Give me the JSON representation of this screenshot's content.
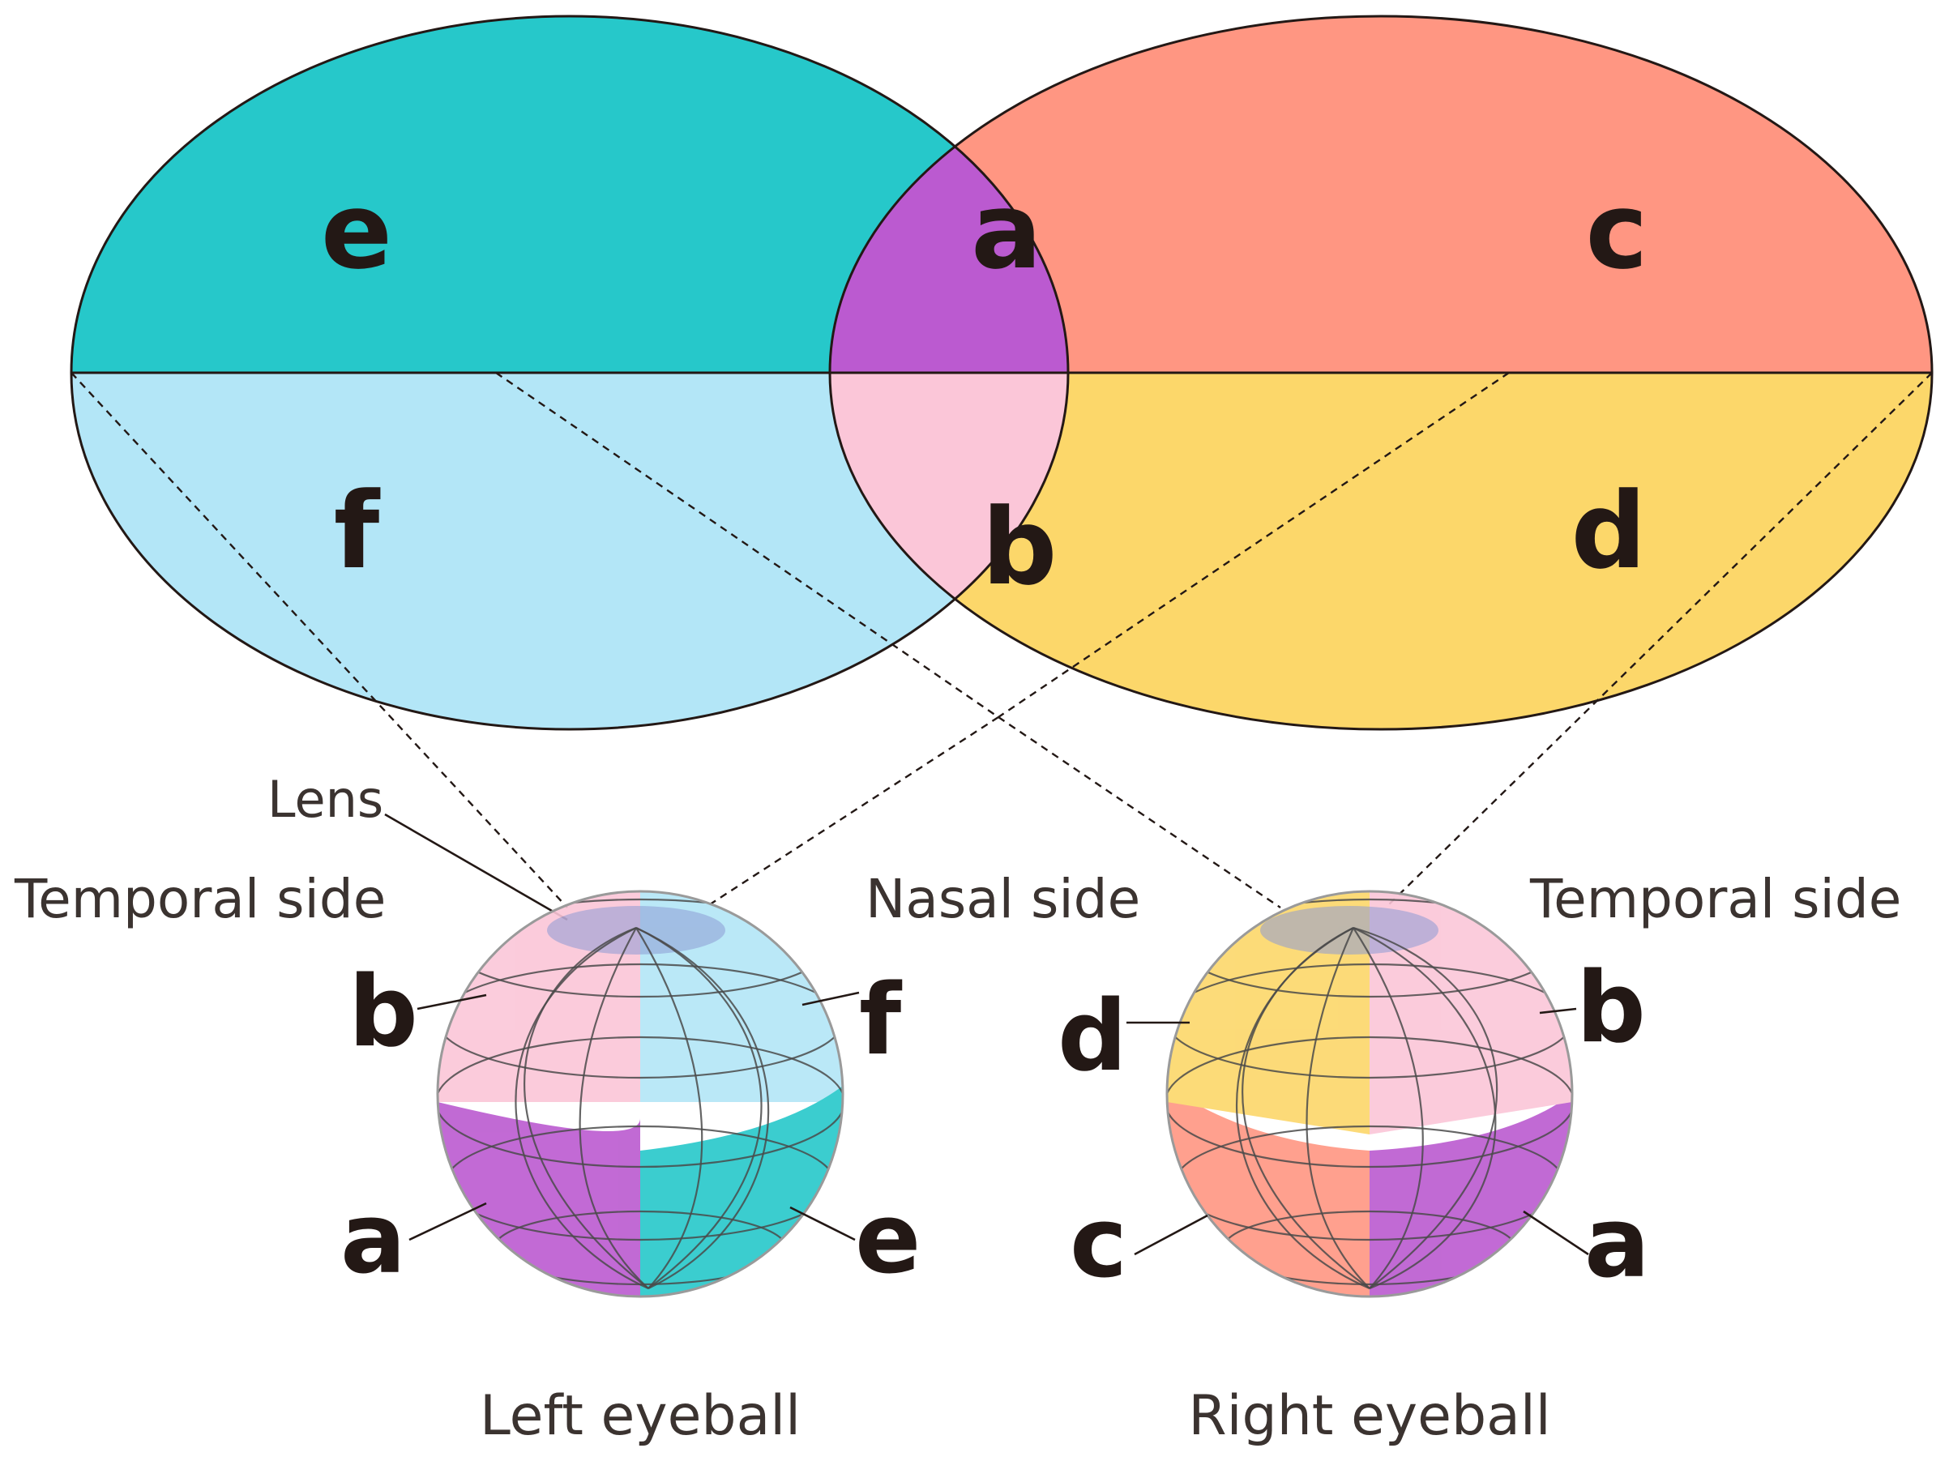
{
  "colors": {
    "region_a": "#bb5ad0",
    "region_b": "#fbc6d8",
    "region_c": "#ff9682",
    "region_d": "#fcd76a",
    "region_e": "#26c8ca",
    "region_f": "#b3e6f7",
    "outline": "#231815",
    "background": "#ffffff"
  },
  "visual_field": {
    "regions": {
      "a": "a",
      "b": "b",
      "c": "c",
      "d": "d",
      "e": "e",
      "f": "f"
    }
  },
  "labels": {
    "lens": "Lens",
    "temporal_left": "Temporal side",
    "nasal": "Nasal side",
    "temporal_right": "Temporal side",
    "left_eyeball": "Left eyeball",
    "right_eyeball": "Right eyeball"
  },
  "left_eye": {
    "upper_left": "b",
    "upper_right": "f",
    "lower_left": "a",
    "lower_right": "e"
  },
  "right_eye": {
    "upper_left": "d",
    "upper_right": "b",
    "lower_left": "c",
    "lower_right": "a"
  }
}
